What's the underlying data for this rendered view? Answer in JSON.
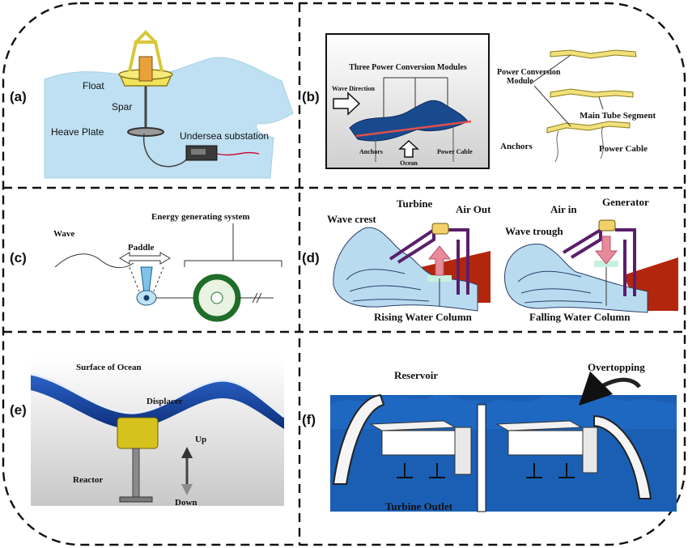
{
  "panels": {
    "a": {
      "tag": "(a)",
      "labels": {
        "float": "Float",
        "spar": "Spar",
        "heave_plate": "Heave Plate",
        "substation": "Undersea substation"
      }
    },
    "b": {
      "tag": "(b)",
      "labels": {
        "title": "Three Power Conversion Modules",
        "wave_direction": "Wave Direction",
        "anchors_left": "Anchors",
        "ocean": "Ocean",
        "power_cable_left": "Power Cable",
        "pcm_line1": "Power Conversion",
        "pcm_line2": "Module",
        "main_tube": "Main Tube Segment",
        "anchors_right": "Anchors",
        "power_cable_right": "Power Cable"
      }
    },
    "c": {
      "tag": "(c)",
      "labels": {
        "wave": "Wave",
        "paddle": "Paddle",
        "energy_system": "Energy generating system"
      }
    },
    "d": {
      "tag": "(d)",
      "labels": {
        "wave_crest": "Wave crest",
        "turbine": "Turbine",
        "air_out": "Air Out",
        "rising": "Rising Water Column",
        "air_in": "Air in",
        "generator": "Generator",
        "wave_trough": "Wave trough",
        "falling": "Falling Water Column"
      }
    },
    "e": {
      "tag": "(e)",
      "labels": {
        "surface": "Surface of Ocean",
        "displacer": "Displacer",
        "up": "Up",
        "reactor": "Reactor",
        "down": "Down"
      }
    },
    "f": {
      "tag": "(f)",
      "labels": {
        "reservoir": "Reservoir",
        "overtopping": "Overtopping",
        "turbine_outlet": "Turbine Outlet"
      }
    }
  },
  "colors": {
    "dash": "#111111",
    "sea_light": "#bfe0f2",
    "sea_blue": "#1a5fb4",
    "float_yellow": "#f2e35a",
    "cylinder_orange": "#e9a23b",
    "red_land": "#b2260e",
    "owc_purple": "#5a1f6b",
    "rise_arrow": "#e88a9a",
    "device_green": "#2e8b3a",
    "displacer_yellow": "#d6c21c"
  }
}
